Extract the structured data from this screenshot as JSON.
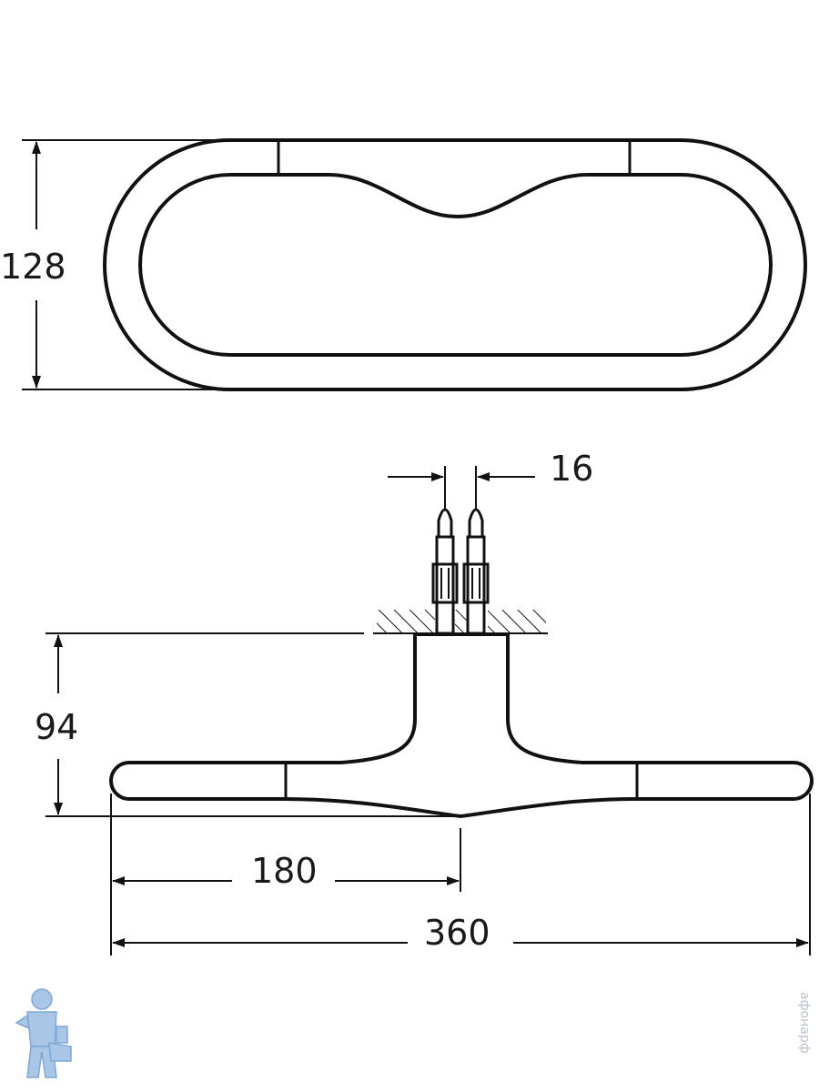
{
  "dimensions": {
    "height_top": "128",
    "anchor_spacing": "16",
    "projection": "94",
    "half_length": "180",
    "total_length": "360"
  },
  "watermark_text": "афонарф",
  "colors": {
    "line": "#111111",
    "watermark": "#b8c2cc",
    "logo": "#a9c6e6"
  }
}
